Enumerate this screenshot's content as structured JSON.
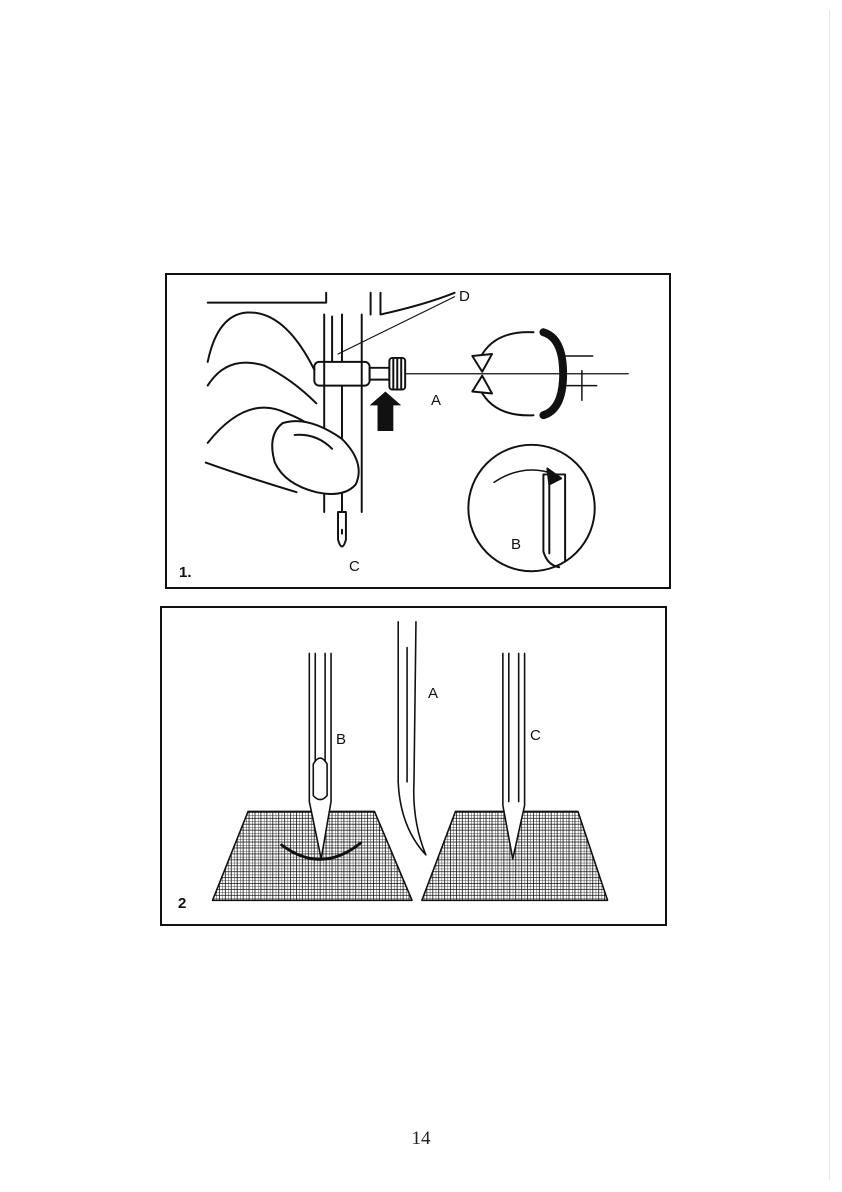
{
  "figure1": {
    "number": "1.",
    "labels": {
      "a": "A",
      "b": "B",
      "c": "C",
      "d": "D",
      "minus": "−",
      "plus": "+"
    }
  },
  "figure2": {
    "number": "2",
    "labels": {
      "a": "A",
      "b": "B",
      "c": "C"
    }
  },
  "footer": {
    "page_number": "14"
  },
  "icons": [
    "needle-clamp-screw-icon",
    "rotate-arrow-icon",
    "up-arrow-icon",
    "needle-icon",
    "fabric-weave-icon"
  ]
}
